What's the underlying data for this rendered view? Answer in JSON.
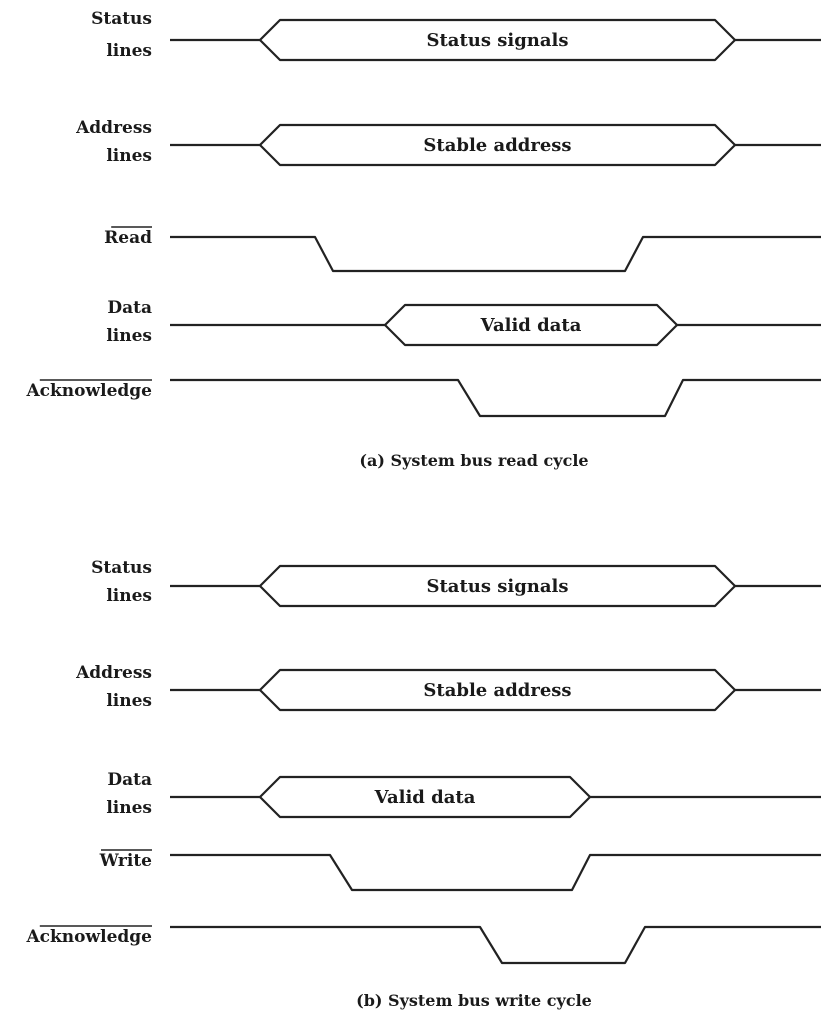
{
  "diagrams": [
    {
      "caption": "(a) System bus read cycle",
      "signals": [
        {
          "label": [
            "Status",
            "lines"
          ],
          "overline": false,
          "kind": "bus",
          "text": "Status signals"
        },
        {
          "label": [
            "Address",
            "lines"
          ],
          "overline": false,
          "kind": "bus",
          "text": "Stable address"
        },
        {
          "label": [
            "Read"
          ],
          "overline": true,
          "kind": "pulse"
        },
        {
          "label": [
            "Data",
            "lines"
          ],
          "overline": false,
          "kind": "bus",
          "text": "Valid data"
        },
        {
          "label": [
            "Acknowledge"
          ],
          "overline": true,
          "kind": "pulse"
        }
      ]
    },
    {
      "caption": "(b) System bus write cycle",
      "signals": [
        {
          "label": [
            "Status",
            "lines"
          ],
          "overline": false,
          "kind": "bus",
          "text": "Status signals"
        },
        {
          "label": [
            "Address",
            "lines"
          ],
          "overline": false,
          "kind": "bus",
          "text": "Stable address"
        },
        {
          "label": [
            "Data",
            "lines"
          ],
          "overline": false,
          "kind": "bus",
          "text": "Valid data"
        },
        {
          "label": [
            "Write"
          ],
          "overline": true,
          "kind": "pulse"
        },
        {
          "label": [
            "Acknowledge"
          ],
          "overline": true,
          "kind": "pulse"
        }
      ]
    }
  ]
}
